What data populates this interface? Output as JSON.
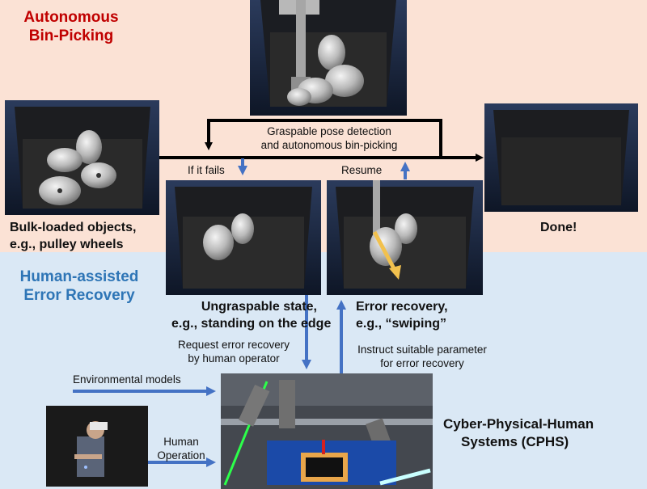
{
  "colors": {
    "top_band": "#fbe2d5",
    "bottom_band": "#dae8f5",
    "title_red": "#c00000",
    "title_blue": "#2e75b6",
    "arrow_blue": "#4472c4",
    "arrow_black": "#000000",
    "swipe_arrow": "#f2c14e"
  },
  "titles": {
    "autonomous_line1": "Autonomous",
    "autonomous_line2": "Bin-Picking",
    "human_assisted_line1": "Human-assisted",
    "human_assisted_line2": "Error Recovery"
  },
  "captions": {
    "bulk_line1": "Bulk-loaded objects,",
    "bulk_line2": "e.g., pulley wheels",
    "done": "Done!",
    "ungraspable_line1": "Ungraspable state,",
    "ungraspable_line2": "e.g., standing on the edge",
    "error_recovery_line1": "Error recovery,",
    "error_recovery_line2": "e.g., “swiping”",
    "cphs_line1": "Cyber-Physical-Human",
    "cphs_line2": "Systems (CPHS)"
  },
  "labels": {
    "graspable_line1": "Graspable pose detection",
    "graspable_line2": "and autonomous bin-picking",
    "if_it_fails": "If it fails",
    "resume": "Resume",
    "request_line1": "Request error recovery",
    "request_line2": "by human operator",
    "instruct_line1": "Instruct suitable parameter",
    "instruct_line2": "for error recovery",
    "environmental_models": "Environmental models",
    "human_line1": "Human",
    "human_line2": "Operation"
  }
}
